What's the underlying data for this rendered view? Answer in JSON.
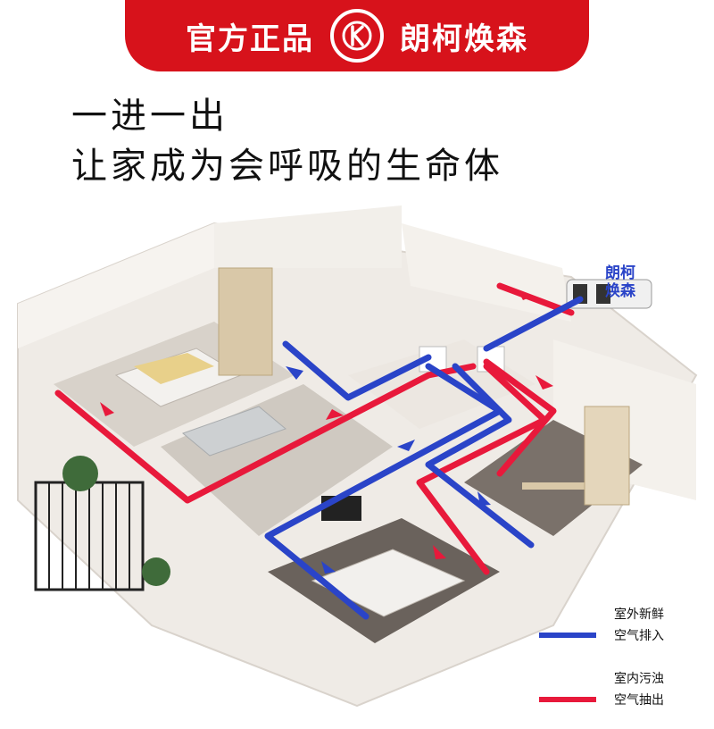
{
  "banner": {
    "left_text": "官方正品",
    "right_text": "朗柯焕森",
    "logo_icon": "brand-k-circle-icon"
  },
  "headline": {
    "line1": "一进一出",
    "line2": "让家成为会呼吸的生命体"
  },
  "device": {
    "label_line1": "朗柯",
    "label_line2": "焕森"
  },
  "legend": {
    "items": [
      {
        "line1": "室外新鲜",
        "line2": "空气排入",
        "color": "#2a44c8"
      },
      {
        "line1": "室内污浊",
        "line2": "空气抽出",
        "color": "#e8193b"
      }
    ]
  },
  "colors": {
    "banner": "#d7121b",
    "fresh_air": "#2a44c8",
    "exhaust_air": "#e8193b"
  }
}
